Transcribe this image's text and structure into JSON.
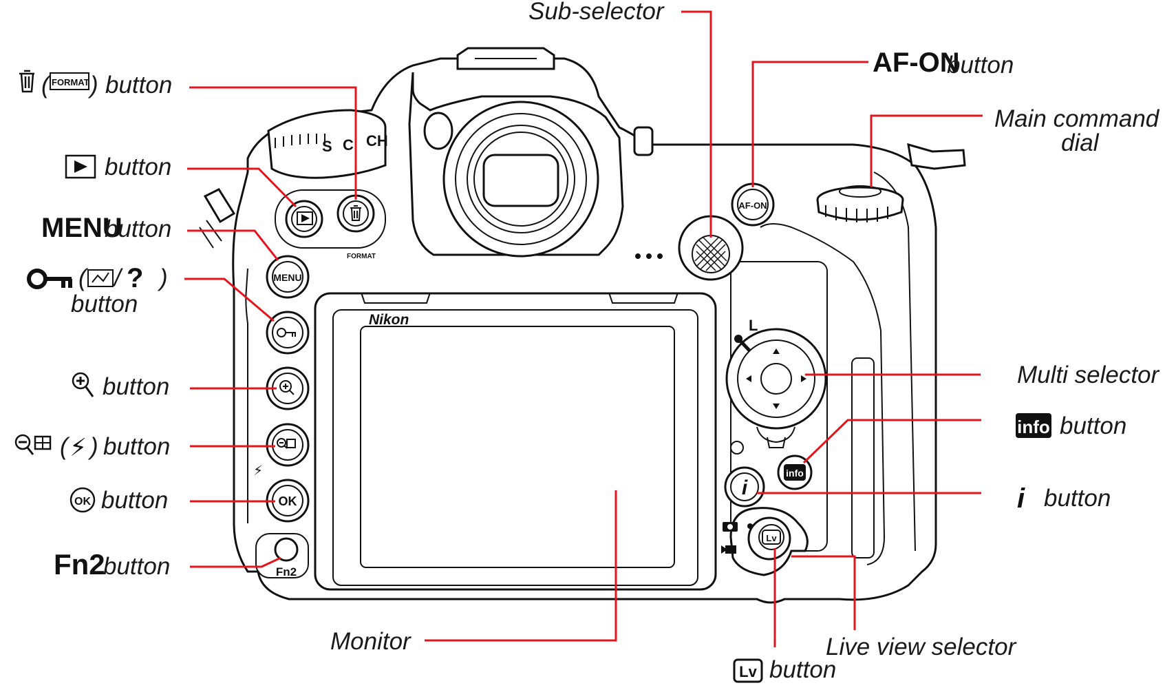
{
  "callouts": {
    "sub_selector": "Sub-selector",
    "af_on_strong": "AF-ON",
    "af_on_suffix": "button",
    "main_command_line1": "Main command",
    "main_command_line2": "dial",
    "delete_format_label": "FORMAT",
    "delete_suffix": "button",
    "playback_suffix": "button",
    "menu_strong": "MENU",
    "menu_suffix": "button",
    "protect_help_suffix": "button",
    "zoom_in_suffix": "button",
    "zoom_out_suffix": "button",
    "ok_suffix": "button",
    "fn2_strong": "Fn2",
    "fn2_suffix": "button",
    "multi_selector": "Multi selector",
    "info_strong": "info",
    "info_suffix": "button",
    "i_glyph": "i",
    "i_suffix": "button",
    "live_view_selector": "Live view selector",
    "lv_strong": "Lv",
    "lv_suffix": "button",
    "monitor": "Monitor"
  },
  "camera": {
    "brand": "Nikon",
    "af_on_label": "AF-ON",
    "menu_label": "MENU",
    "ok_label": "OK",
    "fn2_label": "Fn2",
    "info_label": "info",
    "lv_label": "Lv",
    "format_label": "FORMAT",
    "dial_s": "S",
    "dial_c": "C",
    "dial_ch": "CH",
    "ms_l": "L",
    "i_label": "i"
  },
  "colors": {
    "leader": "#e3141b",
    "outline": "#111111",
    "background": "#ffffff"
  }
}
